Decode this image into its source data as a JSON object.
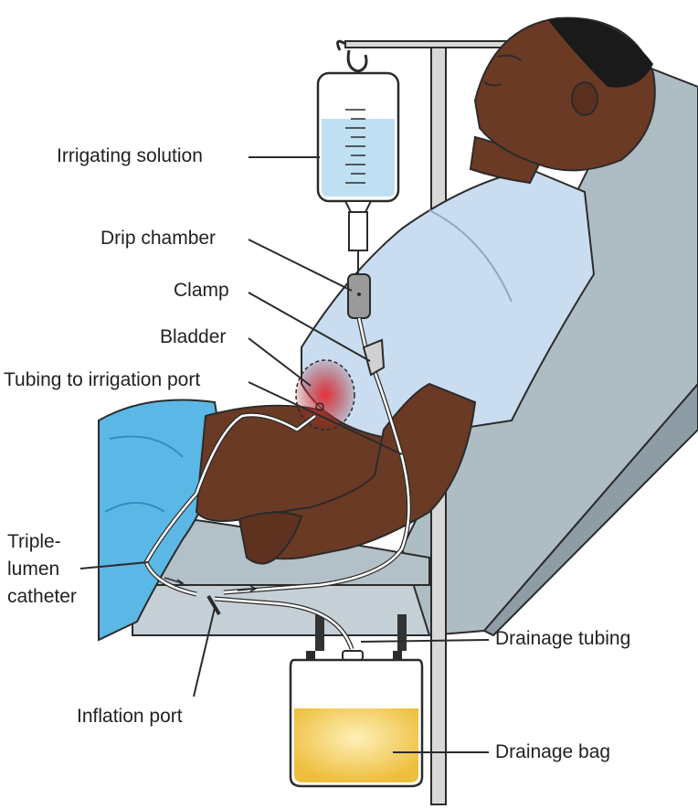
{
  "labels": {
    "irrigating_solution": "Irrigating solution",
    "drip_chamber": "Drip chamber",
    "clamp": "Clamp",
    "bladder": "Bladder",
    "tubing_to_irrigation_port": "Tubing to irrigation port",
    "triple_lumen_catheter_line1": "Triple-",
    "triple_lumen_catheter_line2": "lumen",
    "triple_lumen_catheter_line3": "catheter",
    "inflation_port": "Inflation port",
    "drainage_tubing": "Drainage tubing",
    "drainage_bag": "Drainage bag"
  },
  "colors": {
    "skin": "#6b3a24",
    "skin_shadow": "#4e2616",
    "gown": "#c9dcf0",
    "blanket": "#5bb8e6",
    "bed": "#a9b7bf",
    "bed_dark": "#8b9aa3",
    "solution": "#bfe0f2",
    "urine": "#f1c44a",
    "bladder": "#d6242f",
    "pole": "#d5d5d5",
    "outline": "#2b2b2b"
  }
}
